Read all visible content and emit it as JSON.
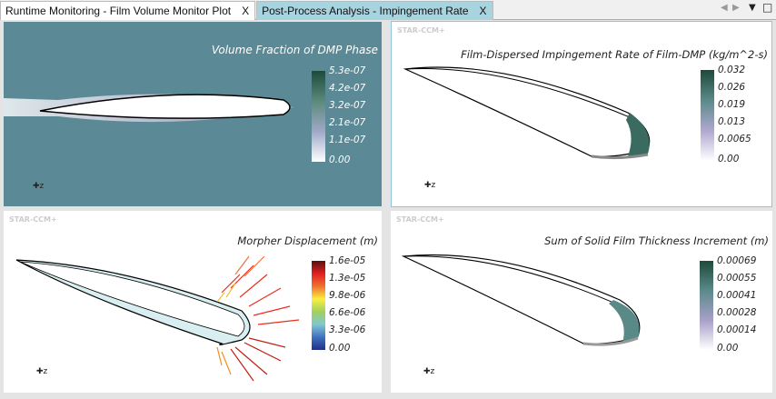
{
  "tabs": [
    {
      "label": "Runtime Monitoring - Film Volume Monitor Plot",
      "active": false
    },
    {
      "label": "Post-Process Analysis - Impingement Rate",
      "active": true
    }
  ],
  "tab_close": "X",
  "controls": {
    "left": "◀",
    "right": "▶",
    "menu": "▼",
    "maximize": "□"
  },
  "logo": "STAR-CCM+",
  "axis_label": "z",
  "panels": [
    {
      "title": "Volume Fraction of DMP Phase",
      "ticks": [
        "5.3e-07",
        "4.2e-07",
        "3.2e-07",
        "2.1e-07",
        "1.1e-07",
        "0.00"
      ]
    },
    {
      "title": "Film-Dispersed Impingement Rate of Film-DMP (kg/m^2-s)",
      "ticks": [
        "0.032",
        "0.026",
        "0.019",
        "0.013",
        "0.0065",
        "0.00"
      ]
    },
    {
      "title": "Morpher Displacement (m)",
      "ticks": [
        "1.6e-05",
        "1.3e-05",
        "9.8e-06",
        "6.6e-06",
        "3.3e-06",
        "0.00"
      ]
    },
    {
      "title": "Sum of Solid Film Thickness Increment (m)",
      "ticks": [
        "0.00069",
        "0.00055",
        "0.00041",
        "0.00028",
        "0.00014",
        "0.00"
      ]
    }
  ]
}
